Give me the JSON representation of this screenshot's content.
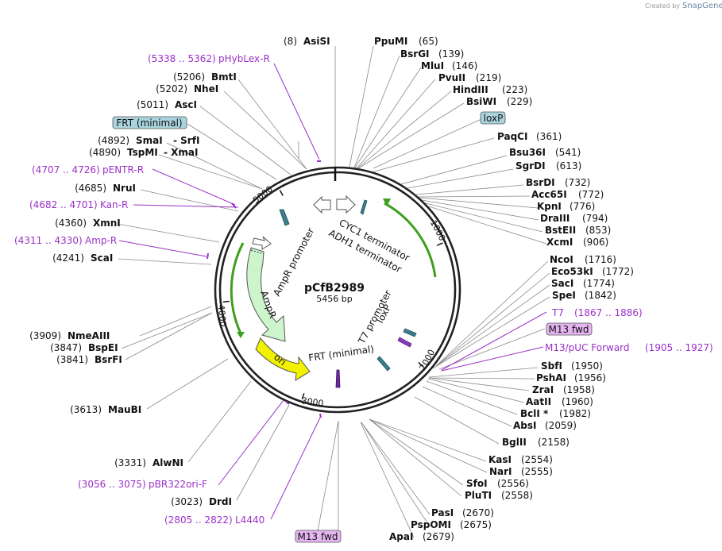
{
  "credit": {
    "prefix": "Created by",
    "brand": "SnapGene"
  },
  "plasmid": {
    "name": "pCfB2989",
    "size_label": "5456 bp",
    "length": 5456
  },
  "ticks": [
    {
      "pos": 1000,
      "label": "1000"
    },
    {
      "pos": 2000,
      "label": "2000"
    },
    {
      "pos": 3000,
      "label": "3000"
    },
    {
      "pos": 4000,
      "label": "4000"
    },
    {
      "pos": 5000,
      "label": "5000"
    }
  ],
  "sites_top": [
    {
      "num": "(8)",
      "name": "AsiSI"
    },
    {
      "num": "(65)",
      "name": "PpuMI"
    }
  ],
  "sites_right": [
    {
      "name": "BsrGI",
      "num": "(139)"
    },
    {
      "name": "MluI",
      "num": "(146)"
    },
    {
      "name": "PvuII",
      "num": "(219)"
    },
    {
      "name": "HindIII",
      "num": "(223)"
    },
    {
      "name": "BsiWI",
      "num": "(229)"
    },
    {
      "name": "PaqCI",
      "num": "(361)"
    },
    {
      "name": "Bsu36I",
      "num": "(541)"
    },
    {
      "name": "SgrDI",
      "num": "(613)"
    },
    {
      "name": "BsrDI",
      "num": "(732)"
    },
    {
      "name": "Acc65I",
      "num": "(772)"
    },
    {
      "name": "KpnI",
      "num": "(776)"
    },
    {
      "name": "DraIII",
      "num": "(794)"
    },
    {
      "name": "BstEII",
      "num": "(853)"
    },
    {
      "name": "XcmI",
      "num": "(906)"
    },
    {
      "name": "NcoI",
      "num": "(1716)"
    },
    {
      "name": "Eco53kI",
      "num": "(1772)"
    },
    {
      "name": "SacI",
      "num": "(1774)"
    },
    {
      "name": "SpeI",
      "num": "(1842)"
    },
    {
      "name": "SbfI",
      "num": "(1950)"
    },
    {
      "name": "PshAI",
      "num": "(1956)"
    },
    {
      "name": "ZraI",
      "num": "(1958)"
    },
    {
      "name": "AatII",
      "num": "(1960)"
    },
    {
      "name": "BclI *",
      "num": "(1982)"
    },
    {
      "name": "AbsI",
      "num": "(2059)"
    },
    {
      "name": "BglII",
      "num": "(2158)"
    },
    {
      "name": "KasI",
      "num": "(2554)"
    },
    {
      "name": "NarI",
      "num": "(2555)"
    },
    {
      "name": "SfoI",
      "num": "(2556)"
    },
    {
      "name": "PluTI",
      "num": "(2558)"
    },
    {
      "name": "PasI",
      "num": "(2670)"
    },
    {
      "name": "PspOMI",
      "num": "(2675)"
    },
    {
      "name": "ApaI",
      "num": "(2679)"
    }
  ],
  "sites_left": [
    {
      "num": "(5206)",
      "name": "BmtI"
    },
    {
      "num": "(5202)",
      "name": "NheI"
    },
    {
      "num": "(5011)",
      "name": "AscI"
    },
    {
      "num": "(4892)",
      "name": "SmaI",
      "extra": "- SrfI"
    },
    {
      "num": "(4890)",
      "name": "TspMI",
      "extra": "- XmaI"
    },
    {
      "num": "(4685)",
      "name": "NruI"
    },
    {
      "num": "(4360)",
      "name": "XmnI"
    },
    {
      "num": "(4241)",
      "name": "ScaI"
    },
    {
      "num": "(3909)",
      "name": "NmeAIII"
    },
    {
      "num": "(3847)",
      "name": "BspEI"
    },
    {
      "num": "(3841)",
      "name": "BsrFI"
    },
    {
      "num": "(3613)",
      "name": "MauBI"
    },
    {
      "num": "(3331)",
      "name": "AlwNI"
    },
    {
      "num": "(3023)",
      "name": "DrdI"
    }
  ],
  "primers": [
    {
      "range": "(5338 .. 5362)",
      "name": "pHybLex-R"
    },
    {
      "range": "(4707 .. 4726)",
      "name": "pENTR-R"
    },
    {
      "range": "(4682 .. 4701)",
      "name": "Kan-R"
    },
    {
      "range": "(4311 .. 4330)",
      "name": "Amp-R"
    },
    {
      "range": "(3056 .. 3075)",
      "name": "pBR322ori-F"
    },
    {
      "range": "(2805 .. 2822)",
      "name": "L4440"
    },
    {
      "range": "(1867 .. 1886)",
      "name": "T7"
    },
    {
      "range": "(1905 .. 1927)",
      "name": "M13/pUC Forward"
    }
  ],
  "boxed": {
    "frt_top": "FRT (minimal)",
    "loxp_top": "loxP",
    "m13_right": "M13 fwd",
    "m13_bottom": "M13 fwd"
  },
  "features": {
    "cyc1": "CYC1 terminator",
    "adh1": "ADH1 terminator",
    "ampr_promoter": "AmpR promoter",
    "ampr": "AmpR",
    "ori": "ori",
    "frt": "FRT (minimal)",
    "t7": "T7 promoter",
    "loxp": "loxP"
  },
  "colors": {
    "primer": "#9b30c8",
    "ori": "#f2f200",
    "ampr": "#ccf5cc",
    "green_arc": "#3f9f1f",
    "teal": "#3a7f8c",
    "box_blue": "#a9d3dd",
    "box_purple": "#e5b5f2"
  }
}
